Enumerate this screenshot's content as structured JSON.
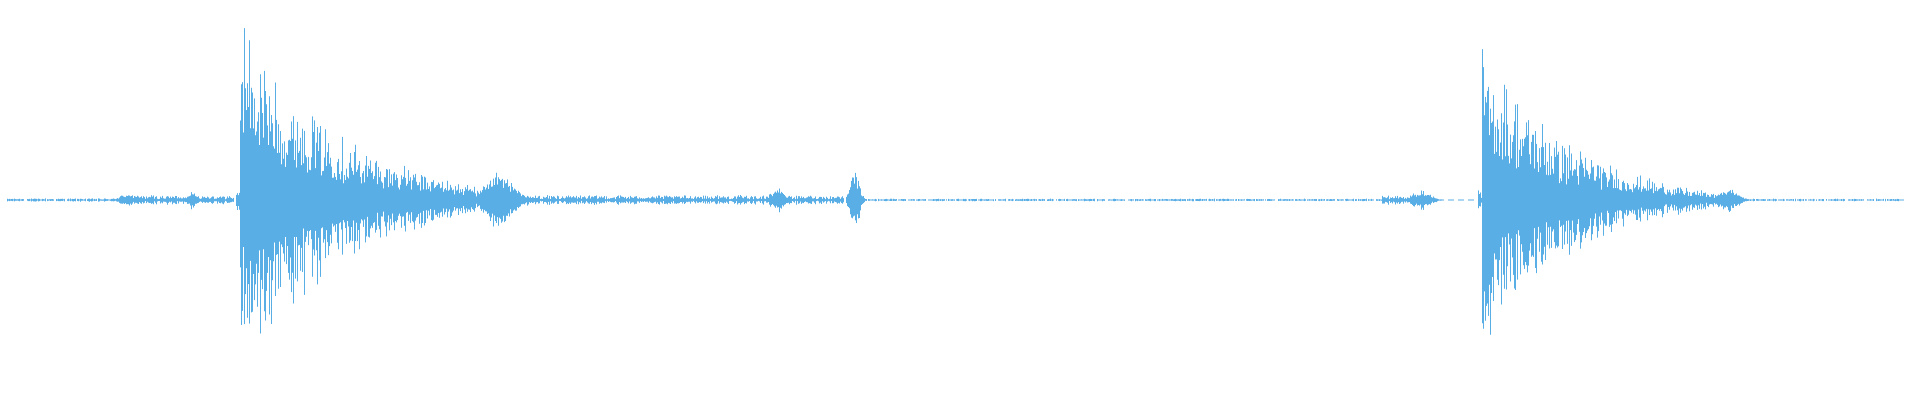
{
  "waveform": {
    "color": "#5aaee6",
    "background": "#ffffff",
    "peak_scale": 1.0,
    "segments": [
      {
        "kind": "noise",
        "start": 0.004,
        "end": 0.064,
        "amp": 0.01
      },
      {
        "kind": "burst",
        "at": 0.066,
        "amp": 0.04,
        "decay": 0.006
      },
      {
        "kind": "noise",
        "start": 0.066,
        "end": 0.12,
        "amp": 0.03
      },
      {
        "kind": "burst",
        "at": 0.1,
        "amp": 0.06,
        "decay": 0.004
      },
      {
        "kind": "noise",
        "start": 0.1,
        "end": 0.122,
        "amp": 0.02
      },
      {
        "kind": "transient",
        "at": 0.125,
        "amp": 1.0,
        "decay": 0.045,
        "tail_amp": 0.12,
        "tail_end": 0.275
      },
      {
        "kind": "burst",
        "at": 0.26,
        "amp": 0.18,
        "decay": 0.012
      },
      {
        "kind": "noise",
        "start": 0.275,
        "end": 0.44,
        "amp": 0.03
      },
      {
        "kind": "burst",
        "at": 0.405,
        "amp": 0.08,
        "decay": 0.006
      },
      {
        "kind": "burst",
        "at": 0.445,
        "amp": 0.18,
        "decay": 0.004
      },
      {
        "kind": "noise",
        "start": 0.45,
        "end": 0.72,
        "amp": 0.008
      },
      {
        "kind": "noise",
        "start": 0.72,
        "end": 0.745,
        "amp": 0.03
      },
      {
        "kind": "burst",
        "at": 0.74,
        "amp": 0.06,
        "decay": 0.008
      },
      {
        "kind": "transient",
        "at": 0.772,
        "amp": 0.86,
        "decay": 0.04,
        "tail_amp": 0.1,
        "tail_end": 0.9
      },
      {
        "kind": "burst",
        "at": 0.9,
        "amp": 0.08,
        "decay": 0.008
      },
      {
        "kind": "noise",
        "start": 0.91,
        "end": 0.99,
        "amp": 0.008
      }
    ]
  }
}
